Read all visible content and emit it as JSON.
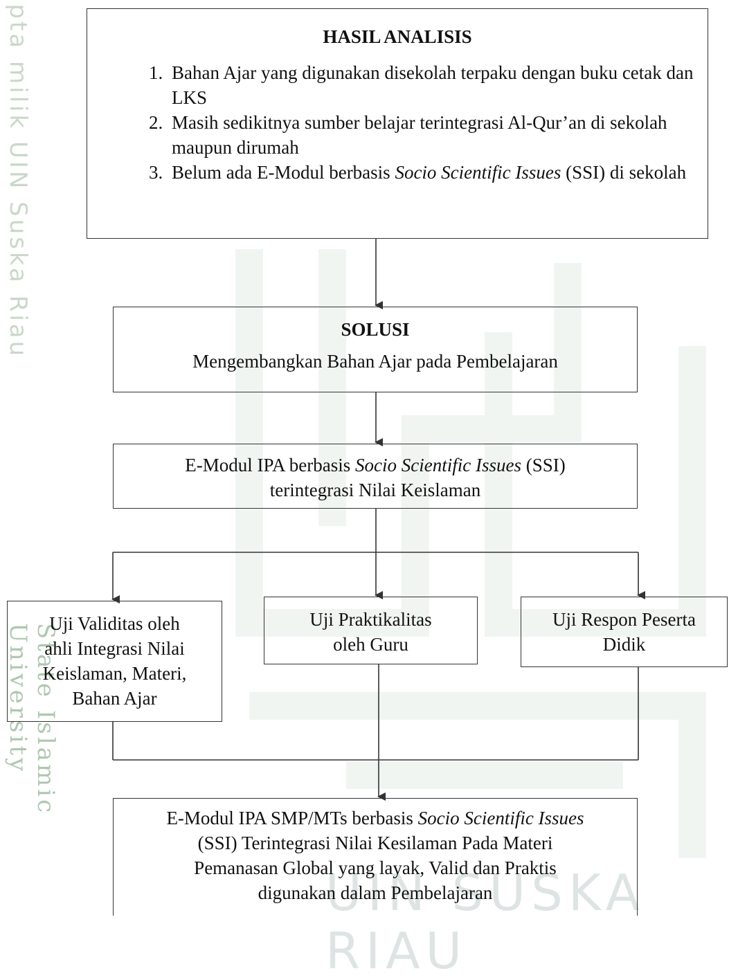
{
  "watermark": {
    "left_top": "ipta milik UIN Suska Riau",
    "left_bottom": "State Islamic University",
    "bottom": "UIN SUSKA RIAU"
  },
  "hasil_analisis": {
    "title": "HASIL ANALISIS",
    "items": [
      "Bahan Ajar yang digunakan disekolah terpaku dengan buku cetak dan LKS",
      "Masih sedikitnya sumber belajar terintegrasi Al-Qur’an di sekolah maupun dirumah",
      {
        "before": "Belum ada E-Modul berbasis ",
        "italic": "Socio Scientific Issues",
        "after": " (SSI) di sekolah"
      }
    ]
  },
  "solusi": {
    "title": "SOLUSI",
    "text": "Mengembangkan Bahan Ajar pada Pembelajaran"
  },
  "emodul": {
    "before": "E-Modul IPA berbasis ",
    "italic": "Socio Scientific Issues",
    "after_line1": " (SSI)",
    "line2": "terintegrasi Nilai Keislaman"
  },
  "uji": [
    {
      "lines": [
        "Uji Validitas oleh",
        "ahli Integrasi Nilai",
        "Keislaman, Materi,",
        "Bahan Ajar"
      ]
    },
    {
      "lines": [
        "Uji Praktikalitas",
        "oleh Guru"
      ]
    },
    {
      "lines": [
        "Uji Respon Peserta",
        "Didik"
      ]
    }
  ],
  "final": {
    "line1_before": "E-Modul IPA SMP/MTs berbasis ",
    "line1_italic": "Socio Scientific Issues",
    "line2": "(SSI) Terintegrasi Nilai Kesilaman Pada Materi",
    "line3": "Pemanasan Global yang layak, Valid dan Praktis",
    "line4": "digunakan dalam Pembelajaran"
  }
}
